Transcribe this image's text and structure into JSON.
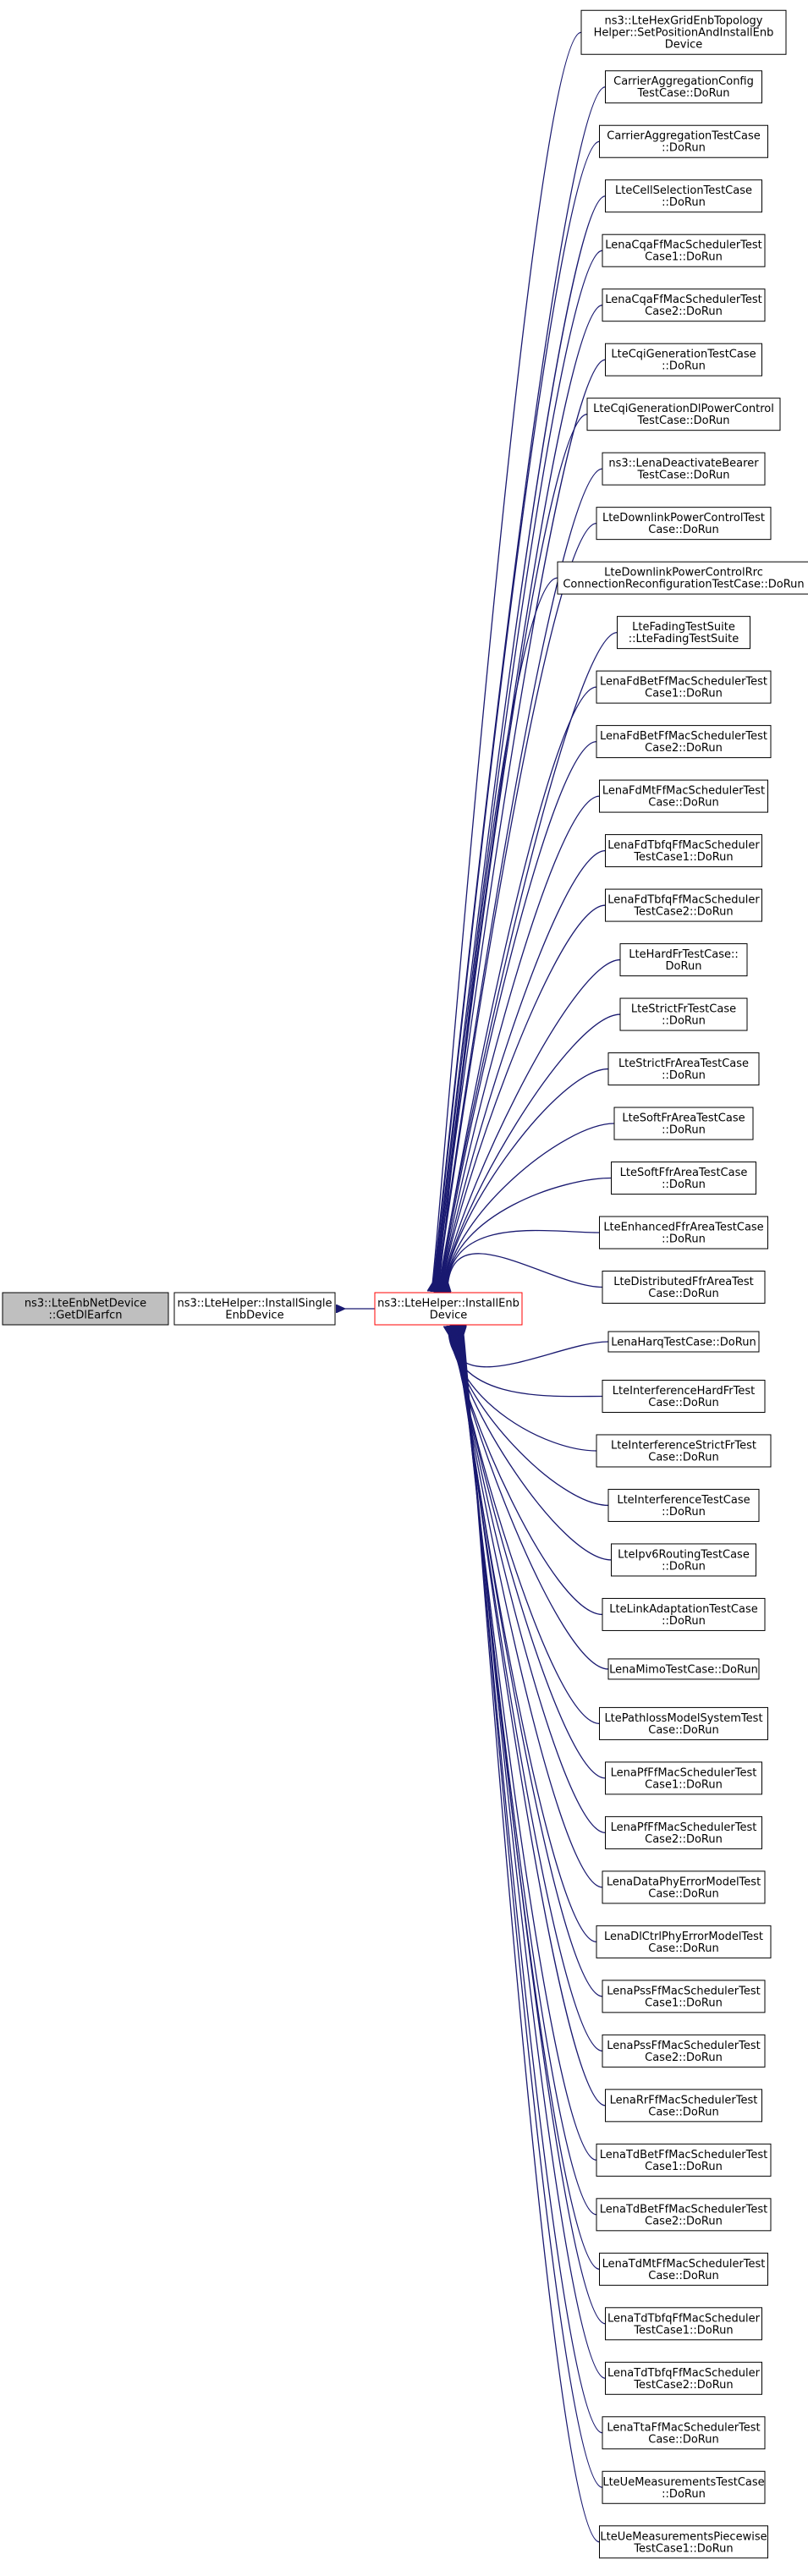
{
  "colors": {
    "edge": "#191970",
    "node_border": "#000000",
    "current_node_fill": "#bfbfbf",
    "highlight_border": "#ff0000",
    "node_fill": "#ffffff"
  },
  "nodes": {
    "current": {
      "lines": [
        "ns3::LteEnbNetDevice",
        "::GetDlEarfcn"
      ]
    },
    "install_single": {
      "lines": [
        "ns3::LteHelper::InstallSingle",
        "EnbDevice"
      ]
    },
    "install_enb": {
      "lines": [
        "ns3::LteHelper::InstallEnb",
        "Device"
      ]
    },
    "callers": [
      {
        "lines": [
          "ns3::LteHexGridEnbTopology",
          "Helper::SetPositionAndInstallEnb",
          "Device"
        ]
      },
      {
        "lines": [
          "CarrierAggregationConfig",
          "TestCase::DoRun"
        ]
      },
      {
        "lines": [
          "CarrierAggregationTestCase",
          "::DoRun"
        ]
      },
      {
        "lines": [
          "LteCellSelectionTestCase",
          "::DoRun"
        ]
      },
      {
        "lines": [
          "LenaCqaFfMacSchedulerTest",
          "Case1::DoRun"
        ]
      },
      {
        "lines": [
          "LenaCqaFfMacSchedulerTest",
          "Case2::DoRun"
        ]
      },
      {
        "lines": [
          "LteCqiGenerationTestCase",
          "::DoRun"
        ]
      },
      {
        "lines": [
          "LteCqiGenerationDlPowerControl",
          "TestCase::DoRun"
        ]
      },
      {
        "lines": [
          "ns3::LenaDeactivateBearer",
          "TestCase::DoRun"
        ]
      },
      {
        "lines": [
          "LteDownlinkPowerControlTest",
          "Case::DoRun"
        ]
      },
      {
        "lines": [
          "LteDownlinkPowerControlRrc",
          "ConnectionReconfigurationTestCase::DoRun"
        ]
      },
      {
        "lines": [
          "LteFadingTestSuite",
          "::LteFadingTestSuite"
        ]
      },
      {
        "lines": [
          "LenaFdBetFfMacSchedulerTest",
          "Case1::DoRun"
        ]
      },
      {
        "lines": [
          "LenaFdBetFfMacSchedulerTest",
          "Case2::DoRun"
        ]
      },
      {
        "lines": [
          "LenaFdMtFfMacSchedulerTest",
          "Case::DoRun"
        ]
      },
      {
        "lines": [
          "LenaFdTbfqFfMacScheduler",
          "TestCase1::DoRun"
        ]
      },
      {
        "lines": [
          "LenaFdTbfqFfMacScheduler",
          "TestCase2::DoRun"
        ]
      },
      {
        "lines": [
          "LteHardFrTestCase::",
          "DoRun"
        ]
      },
      {
        "lines": [
          "LteStrictFrTestCase",
          "::DoRun"
        ]
      },
      {
        "lines": [
          "LteStrictFrAreaTestCase",
          "::DoRun"
        ]
      },
      {
        "lines": [
          "LteSoftFrAreaTestCase",
          "::DoRun"
        ]
      },
      {
        "lines": [
          "LteSoftFfrAreaTestCase",
          "::DoRun"
        ]
      },
      {
        "lines": [
          "LteEnhancedFfrAreaTestCase",
          "::DoRun"
        ]
      },
      {
        "lines": [
          "LteDistributedFfrAreaTest",
          "Case::DoRun"
        ]
      },
      {
        "lines": [
          "LenaHarqTestCase::DoRun"
        ]
      },
      {
        "lines": [
          "LteInterferenceHardFrTest",
          "Case::DoRun"
        ]
      },
      {
        "lines": [
          "LteInterferenceStrictFrTest",
          "Case::DoRun"
        ]
      },
      {
        "lines": [
          "LteInterferenceTestCase",
          "::DoRun"
        ]
      },
      {
        "lines": [
          "LteIpv6RoutingTestCase",
          "::DoRun"
        ]
      },
      {
        "lines": [
          "LteLinkAdaptationTestCase",
          "::DoRun"
        ]
      },
      {
        "lines": [
          "LenaMimoTestCase::DoRun"
        ]
      },
      {
        "lines": [
          "LtePathlossModelSystemTest",
          "Case::DoRun"
        ]
      },
      {
        "lines": [
          "LenaPfFfMacSchedulerTest",
          "Case1::DoRun"
        ]
      },
      {
        "lines": [
          "LenaPfFfMacSchedulerTest",
          "Case2::DoRun"
        ]
      },
      {
        "lines": [
          "LenaDataPhyErrorModelTest",
          "Case::DoRun"
        ]
      },
      {
        "lines": [
          "LenaDlCtrlPhyErrorModelTest",
          "Case::DoRun"
        ]
      },
      {
        "lines": [
          "LenaPssFfMacSchedulerTest",
          "Case1::DoRun"
        ]
      },
      {
        "lines": [
          "LenaPssFfMacSchedulerTest",
          "Case2::DoRun"
        ]
      },
      {
        "lines": [
          "LenaRrFfMacSchedulerTest",
          "Case::DoRun"
        ]
      },
      {
        "lines": [
          "LenaTdBetFfMacSchedulerTest",
          "Case1::DoRun"
        ]
      },
      {
        "lines": [
          "LenaTdBetFfMacSchedulerTest",
          "Case2::DoRun"
        ]
      },
      {
        "lines": [
          "LenaTdMtFfMacSchedulerTest",
          "Case::DoRun"
        ]
      },
      {
        "lines": [
          "LenaTdTbfqFfMacScheduler",
          "TestCase1::DoRun"
        ]
      },
      {
        "lines": [
          "LenaTdTbfqFfMacScheduler",
          "TestCase2::DoRun"
        ]
      },
      {
        "lines": [
          "LenaTtaFfMacSchedulerTest",
          "Case::DoRun"
        ]
      },
      {
        "lines": [
          "LteUeMeasurementsTestCase",
          "::DoRun"
        ]
      },
      {
        "lines": [
          "LteUeMeasurementsPiecewise",
          "TestCase1::DoRun"
        ]
      }
    ]
  }
}
